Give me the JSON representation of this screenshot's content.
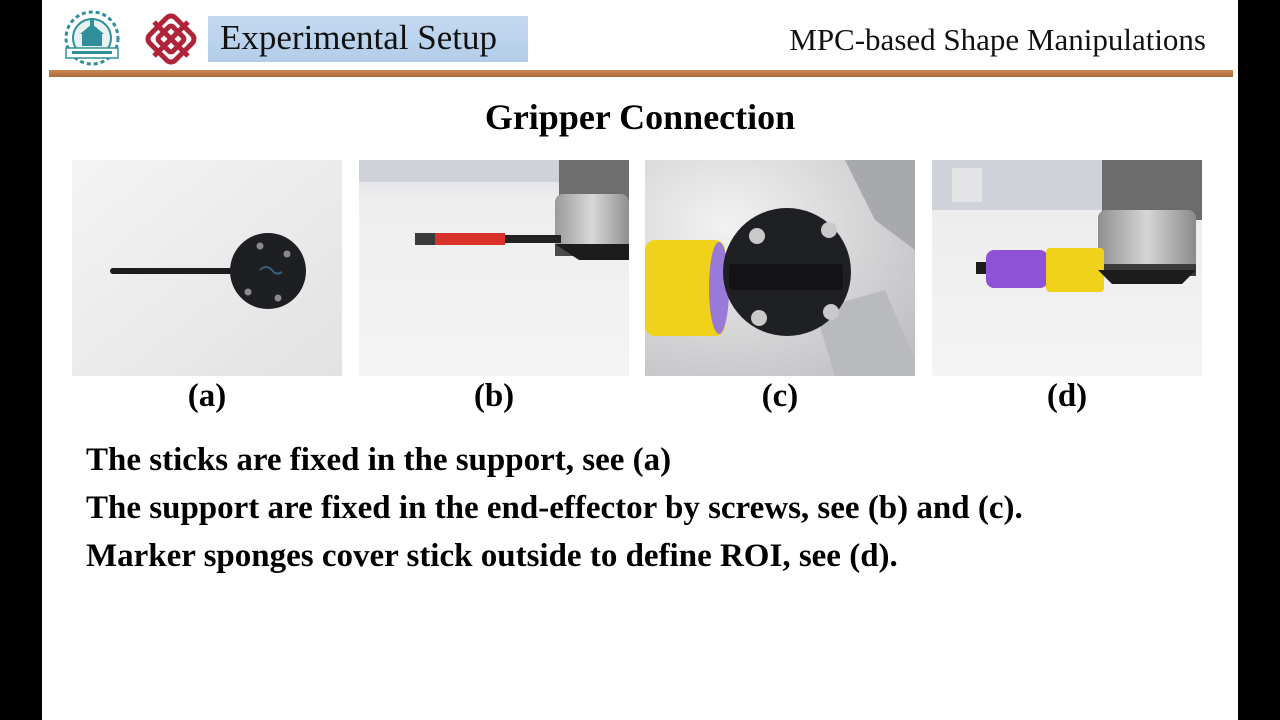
{
  "header": {
    "section_title": "Experimental Setup",
    "deck_title": "MPC-based Shape Manipulations"
  },
  "slide": {
    "heading": "Gripper Connection",
    "figures": [
      {
        "caption": "(a)"
      },
      {
        "caption": "(b)"
      },
      {
        "caption": "(c)"
      },
      {
        "caption": "(d)"
      }
    ],
    "bullets": [
      "The sticks are fixed in the support, see (a)",
      "The support are fixed in the end-effector by screws, see (b) and (c).",
      "Marker sponges cover stick outside to define ROI, see (d)."
    ]
  },
  "colors": {
    "header_rule": "#b07040",
    "section_tab": "#bcd3ec",
    "logo_red": "#b0243a",
    "logo_teal": "#2f8f9a"
  }
}
